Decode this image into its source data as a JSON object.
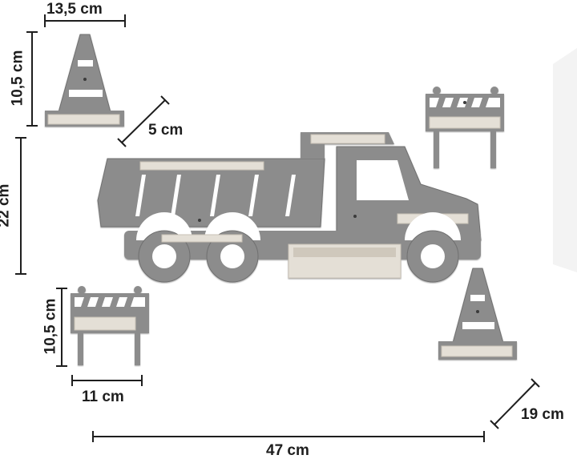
{
  "dimensions": {
    "cone_width": "13,5 cm",
    "cone_height": "10,5 cm",
    "shelf_depth": "5 cm",
    "truck_height": "22 cm",
    "barrier_height": "10,5 cm",
    "barrier_width": "11 cm",
    "truck_width": "47 cm",
    "right_depth": "19 cm"
  },
  "colors": {
    "grey": "#8c8c8c",
    "grey_dark": "#6f6f6f",
    "wood": "#e4dfd6",
    "wood_edge": "#c9c2b6",
    "ink": "#1e1e1e"
  }
}
